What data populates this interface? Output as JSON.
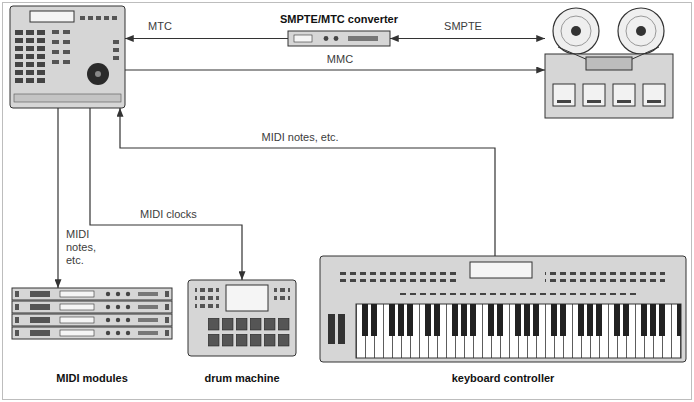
{
  "diagram": {
    "nodes": [
      {
        "text": []
      },
      {
        "text": [
          "SMPTE/MTC converter"
        ]
      },
      {
        "text": []
      },
      {
        "text": [
          "MIDI modules"
        ]
      },
      {
        "text": [
          "drum machine"
        ]
      },
      {
        "text": [
          "keyboard controller"
        ]
      }
    ],
    "edges": [
      {
        "from": 1,
        "to": 0,
        "label": "MTC",
        "arrow": "to"
      },
      {
        "from": 1,
        "to": 2,
        "label": "SMPTE",
        "arrow": "both"
      },
      {
        "from": 0,
        "to": 2,
        "label": "MMC",
        "arrow": "to"
      },
      {
        "from": 5,
        "to": 0,
        "label": "MIDI notes, etc.",
        "arrow": "to"
      },
      {
        "from": 0,
        "to": 4,
        "label": "MIDI clocks",
        "arrow": "to"
      },
      {
        "from": 0,
        "to": 3,
        "label": "MIDI notes, etc.",
        "arrow": "to"
      }
    ]
  }
}
